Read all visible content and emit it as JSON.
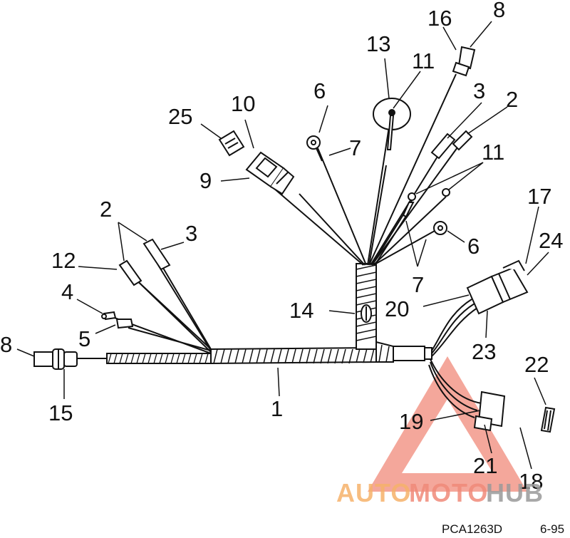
{
  "callouts": {
    "c1": "1",
    "c2a": "2",
    "c2b": "2",
    "c3a": "3",
    "c3b": "3",
    "c4": "4",
    "c5": "5",
    "c6a": "6",
    "c6b": "6",
    "c7a": "7",
    "c7b": "7",
    "c8a": "8",
    "c8b": "8",
    "c9": "9",
    "c10": "10",
    "c11a": "11",
    "c11b": "11",
    "c12": "12",
    "c13": "13",
    "c14": "14",
    "c15": "15",
    "c16": "16",
    "c17": "17",
    "c18": "18",
    "c19": "19",
    "c20": "20",
    "c21": "21",
    "c22": "22",
    "c23": "23",
    "c24": "24",
    "c25": "25"
  },
  "footer": {
    "part_code": "PCA1263D",
    "date_code": "6-95"
  },
  "watermark": {
    "text_auto": "AUTO",
    "text_moto": "MOTO",
    "text_hub": "HUB",
    "color_orange": "#f6b26b",
    "color_red": "#f08a7a",
    "color_gray": "#9a9a9a"
  }
}
